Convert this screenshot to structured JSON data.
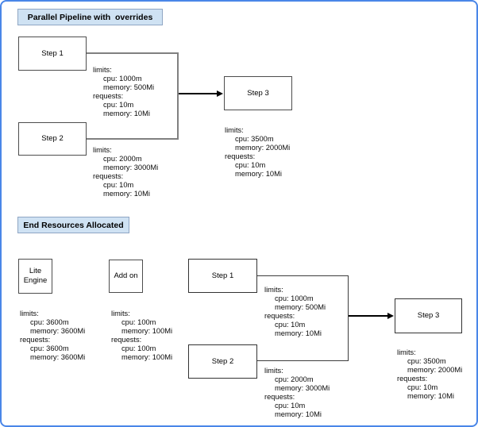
{
  "colors": {
    "frame_border": "#4a86e8",
    "title_fill": "#cfe2f3",
    "title_border": "#8fa6c4",
    "node_border": "#4d4d4d",
    "connector_gray": "#808080",
    "arrow_black": "#000000"
  },
  "top_section": {
    "title": "Parallel Pipeline with  overrides",
    "nodes": {
      "step1": "Step 1",
      "step2": "Step 2",
      "step3": "Step 3"
    },
    "resources": {
      "step1": [
        "limits:",
        "cpu: 1000m",
        "memory: 500Mi",
        "requests:",
        "cpu: 10m",
        "memory: 10Mi"
      ],
      "step2": [
        "limits:",
        "cpu: 2000m",
        "memory: 3000Mi",
        "requests:",
        "cpu: 10m",
        "memory: 10Mi"
      ],
      "step3": [
        "limits:",
        "cpu: 3500m",
        "memory: 2000Mi",
        "requests:",
        "cpu: 10m",
        "memory: 10Mi"
      ]
    }
  },
  "bottom_section": {
    "title": "End Resources Allocated",
    "nodes": {
      "lite_engine_line1": "Lite",
      "lite_engine_line2": "Engine",
      "add_on": "Add on",
      "step1": "Step 1",
      "step2": "Step 2",
      "step3": "Step 3"
    },
    "resources": {
      "lite_engine": [
        "limits:",
        "cpu: 3600m",
        "memory: 3600Mi",
        "requests:",
        "cpu: 3600m",
        "memory: 3600Mi"
      ],
      "add_on": [
        "limits:",
        "cpu: 100m",
        "memory: 100Mi",
        "requests:",
        "cpu: 100m",
        "memory: 100Mi"
      ],
      "step1": [
        "limits:",
        "cpu: 1000m",
        "memory: 500Mi",
        "requests:",
        "cpu: 10m",
        "memory: 10Mi"
      ],
      "step2": [
        "limits:",
        "cpu: 2000m",
        "memory: 3000Mi",
        "requests:",
        "cpu: 10m",
        "memory: 10Mi"
      ],
      "step3": [
        "limits:",
        "cpu: 3500m",
        "memory: 2000Mi",
        "requests:",
        "cpu: 10m",
        "memory: 10Mi"
      ]
    }
  }
}
